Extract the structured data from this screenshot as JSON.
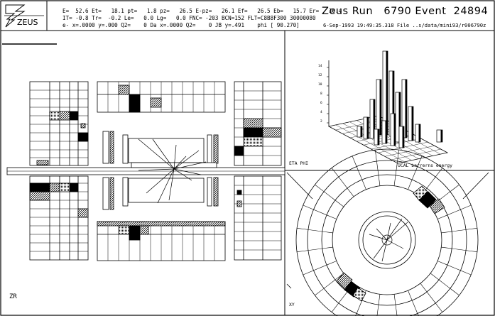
{
  "logo": {
    "text": "ZEUS"
  },
  "header": {
    "line1": "E=  52.6 Et=   18.1 pt=   1.8 pz=   26.5 E-pz=   26.1 Ef=   26.5 Eb=   15.7 Er=   10.4",
    "line2": "IT= -0.8 Tr=  -0.2 Le=   0.0 Lg=   0.0 FNC= -203 BCN=152 FLT=C8B8F300 30000080",
    "line3": "e- x=.0000 y=.000 Q2=    0 Da x=.0000 Q2=    0 JB y=.491    phi [ 90.270]",
    "run_title": "Zeus Run   6790 Event  24894",
    "meta": "6-Sep-1993 19:49:35.318 File ..s/data/mini93/r006790z"
  },
  "views": {
    "zr_label": "ZR",
    "lego_label": "ETA PHI",
    "lego_caption": "UCAL barrerns energy",
    "xy_label": "XY"
  },
  "lego_axis_ticks": [
    "14",
    "12",
    "10",
    "8",
    "6",
    "4",
    "2"
  ]
}
